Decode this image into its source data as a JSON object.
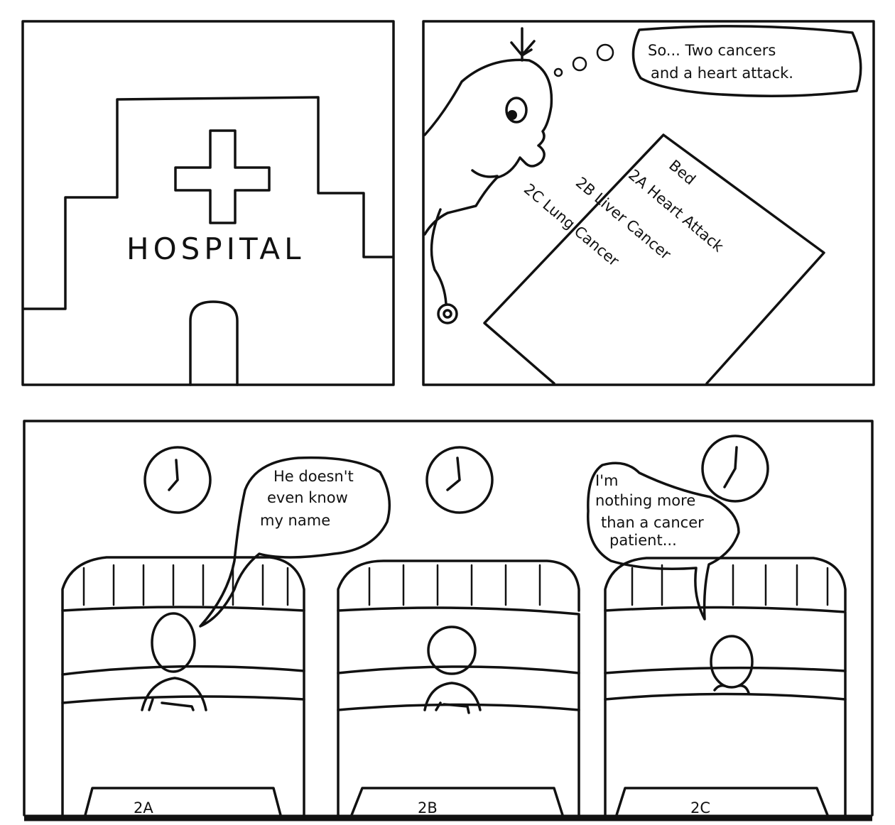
{
  "panels": {
    "hospital": {
      "sign": "HOSPITAL"
    },
    "doctor": {
      "thought": [
        "So... Two cancers",
        "and a heart attack."
      ],
      "chart": {
        "heading": "Bed",
        "rows": [
          "2A  Heart Attack",
          "2B  Liver Cancer",
          "2C  Lung Cancer"
        ]
      }
    },
    "ward": {
      "speech_2a": [
        "He doesn't",
        "even know",
        "my name"
      ],
      "speech_2c": [
        "I'm",
        "nothing more",
        "than a cancer",
        "patient..."
      ],
      "beds": [
        "2A",
        "2B",
        "2C"
      ]
    }
  }
}
